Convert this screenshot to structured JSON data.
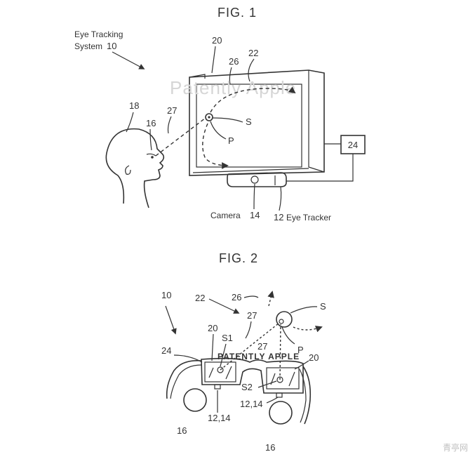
{
  "fig1": {
    "title": "FIG. 1",
    "system_label_line1": "Eye Tracking",
    "system_label_line2": "System",
    "system_ref": "10",
    "ref_display": "20",
    "ref_path": "22",
    "ref_gaze_path": "26",
    "ref_gaze_line": "27",
    "ref_user": "18",
    "ref_eye": "16",
    "ref_saliency": "S",
    "ref_gaze_point": "P",
    "ref_processor": "24",
    "camera_label": "Camera",
    "camera_ref": "14",
    "tracker_ref": "12",
    "tracker_label": "Eye Tracker",
    "watermark": "Patently Apple"
  },
  "fig2": {
    "title": "FIG. 2",
    "ref_system": "10",
    "ref_path": "22",
    "ref_gaze_path": "26",
    "ref_gaze_line_a": "27",
    "ref_gaze_line_b": "27",
    "ref_saliency": "S",
    "ref_gaze_point": "P",
    "ref_display_left": "20",
    "ref_display_right": "20",
    "ref_frame": "24",
    "ref_s1": "S1",
    "ref_s2": "S2",
    "ref_tracker_left": "12,14",
    "ref_tracker_right": "12,14",
    "ref_eye_left": "16",
    "ref_eye_right": "16",
    "watermark": "PATENTLY APPLE"
  },
  "corner_logo": "青亭网"
}
